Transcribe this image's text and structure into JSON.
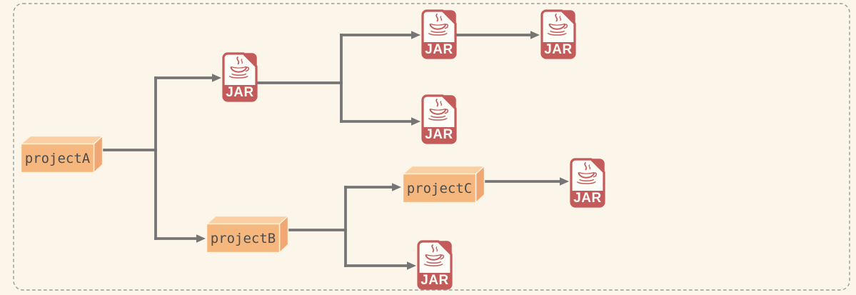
{
  "diagram": {
    "type": "dependency-graph",
    "background_color": "#FCF5E9",
    "frame_border_color": "#9B9B9B",
    "connector_color": "#757575"
  },
  "colors": {
    "project_box_front": "#F6B77E",
    "project_box_top": "#FBCFA2",
    "project_box_side": "#F0A773",
    "project_box_edge": "#FFF4E3",
    "project_label_text": "#4C4C4C",
    "jar_red": "#C35B5B",
    "jar_paper": "#FFFDF8",
    "jar_label_text": "#FFFDF8"
  },
  "icons": {
    "project": "package-box-icon",
    "jar": "java-jar-file-icon"
  },
  "nodes": {
    "projectA": {
      "label": "projectA",
      "type": "project"
    },
    "projectB": {
      "label": "projectB",
      "type": "project"
    },
    "projectC": {
      "label": "projectC",
      "type": "project"
    },
    "jar1": {
      "label": "JAR",
      "type": "jar"
    },
    "jar2": {
      "label": "JAR",
      "type": "jar"
    },
    "jar3": {
      "label": "JAR",
      "type": "jar"
    },
    "jar4": {
      "label": "JAR",
      "type": "jar"
    },
    "jar5": {
      "label": "JAR",
      "type": "jar"
    },
    "jar6": {
      "label": "JAR",
      "type": "jar"
    }
  },
  "edges": [
    {
      "from": "projectA",
      "to": "jar1"
    },
    {
      "from": "projectA",
      "to": "projectB"
    },
    {
      "from": "jar1",
      "to": "jar2"
    },
    {
      "from": "jar1",
      "to": "jar4"
    },
    {
      "from": "jar2",
      "to": "jar3"
    },
    {
      "from": "projectB",
      "to": "projectC"
    },
    {
      "from": "projectB",
      "to": "jar5"
    },
    {
      "from": "projectC",
      "to": "jar6"
    }
  ]
}
